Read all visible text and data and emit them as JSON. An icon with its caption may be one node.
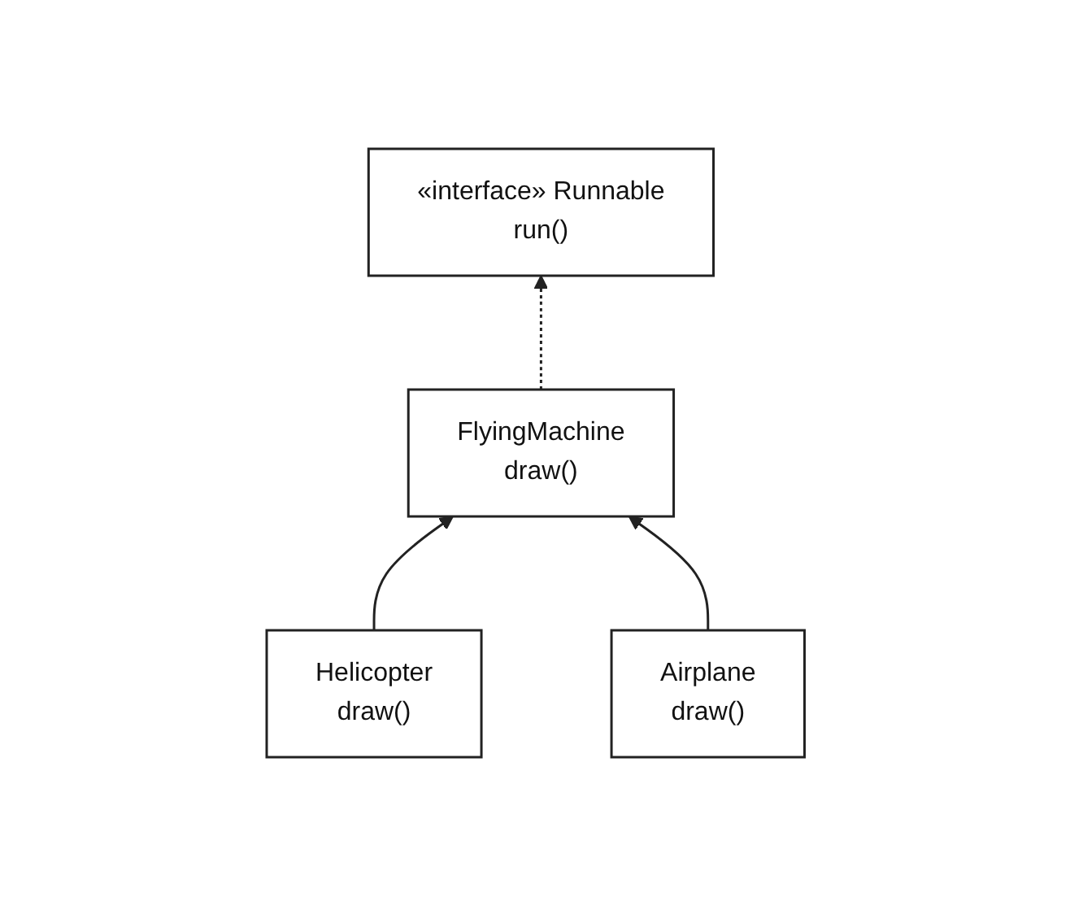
{
  "diagram": {
    "nodes": [
      {
        "text": [
          "«interface» Runnable",
          "run()"
        ]
      },
      {
        "text": [
          "FlyingMachine",
          "draw()"
        ]
      },
      {
        "text": [
          "Helicopter",
          "draw()"
        ]
      },
      {
        "text": [
          "Airplane",
          "draw()"
        ]
      }
    ],
    "edges": [
      {
        "from": 1,
        "to": 0,
        "arrow": "to",
        "style": "dashed"
      },
      {
        "from": 2,
        "to": 1,
        "arrow": "to"
      },
      {
        "from": 3,
        "to": 1,
        "arrow": "to"
      }
    ]
  }
}
